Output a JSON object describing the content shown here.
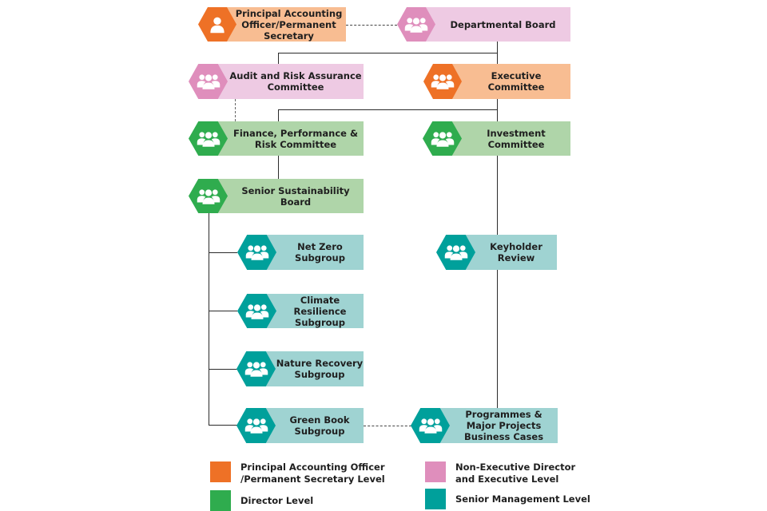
{
  "colors": {
    "pao_level": "#ee7126",
    "non_exec_level": "#df8ebc",
    "director_level": "#2fac4e",
    "senior_management_level": "#00a09b"
  },
  "nodes": {
    "principal_accounting_officer": {
      "label": "Principal Accounting Officer/Permanent Secretary",
      "icon": "person-icon",
      "level": "pao_level"
    },
    "departmental_board": {
      "label": "Departmental Board",
      "icon": "group-icon",
      "level": "non_exec_level"
    },
    "audit_risk": {
      "label": "Audit and Risk Assurance Committee",
      "icon": "group-icon",
      "level": "non_exec_level"
    },
    "executive_committee": {
      "label": "Executive Committee",
      "icon": "group-icon",
      "level": "pao_level"
    },
    "finance_performance_risk": {
      "label": "Finance, Performance & Risk Committee",
      "icon": "group-icon",
      "level": "director_level"
    },
    "investment_committee": {
      "label": "Investment Committee",
      "icon": "group-icon",
      "level": "director_level"
    },
    "senior_sustainability_board": {
      "label": "Senior Sustainability Board",
      "icon": "group-icon",
      "level": "director_level"
    },
    "net_zero": {
      "label": "Net Zero Subgroup",
      "icon": "group-icon",
      "level": "senior_management_level"
    },
    "keyholder_review": {
      "label": "Keyholder Review",
      "icon": "group-icon",
      "level": "senior_management_level"
    },
    "climate_resilience": {
      "label": "Climate Resilience Subgroup",
      "icon": "group-icon",
      "level": "senior_management_level"
    },
    "nature_recovery": {
      "label": "Nature Recovery Subgroup",
      "icon": "group-icon",
      "level": "senior_management_level"
    },
    "green_book": {
      "label": "Green Book Subgroup",
      "icon": "group-icon",
      "level": "senior_management_level"
    },
    "programmes_major_projects": {
      "label": "Programmes & Major Projects Business Cases",
      "icon": "group-icon",
      "level": "senior_management_level"
    }
  },
  "legend": [
    {
      "label": "Principal Accounting Officer /Permanent Secretary Level",
      "color": "#ee7126"
    },
    {
      "label": "Non-Executive Director and Executive Level",
      "color": "#df8ebc"
    },
    {
      "label": "Director Level",
      "color": "#2fac4e"
    },
    {
      "label": "Senior Management Level",
      "color": "#00a09b"
    }
  ]
}
